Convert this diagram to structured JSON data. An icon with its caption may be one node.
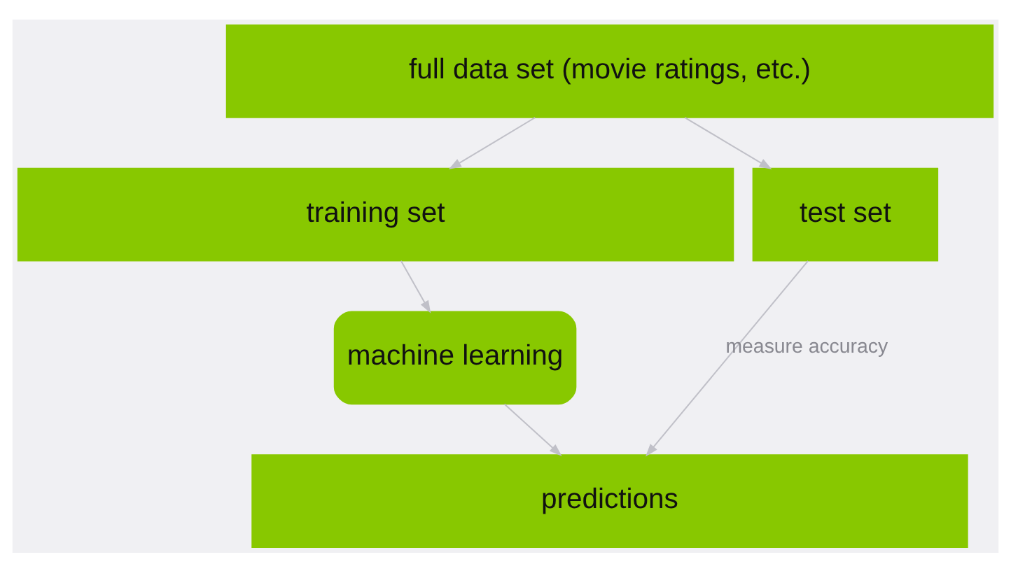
{
  "diagram": {
    "nodes": [
      {
        "text": [
          "full data set (movie ratings, etc.)"
        ]
      },
      {
        "text": [
          "training set"
        ]
      },
      {
        "text": [
          "test set"
        ]
      },
      {
        "text": [
          "machine learning"
        ]
      },
      {
        "text": [
          "predictions"
        ]
      }
    ],
    "edges": [
      {
        "from": 0,
        "to": 1,
        "arrow": "to"
      },
      {
        "from": 0,
        "to": 2,
        "arrow": "to"
      },
      {
        "from": 1,
        "to": 3,
        "arrow": "to"
      },
      {
        "from": 3,
        "to": 4,
        "arrow": "to"
      },
      {
        "from": 2,
        "to": 4,
        "arrow": "to",
        "label": "measure accuracy"
      }
    ]
  }
}
